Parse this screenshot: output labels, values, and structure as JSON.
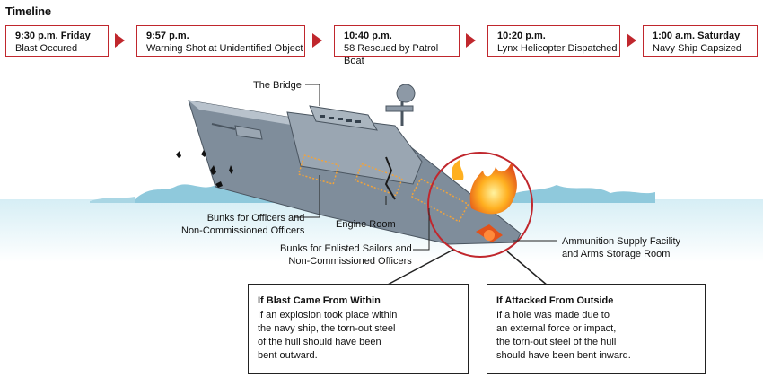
{
  "timeline": {
    "title": "Timeline",
    "events": [
      {
        "time": "9:30 p.m. Friday",
        "event": "Blast Occured"
      },
      {
        "time": "9:57 p.m.",
        "event": "Warning Shot at Unidentified Object"
      },
      {
        "time": "10:40 p.m.",
        "event": "58 Rescued by Patrol Boat"
      },
      {
        "time": "10:20 p.m.",
        "event": "Lynx Helicopter Dispatched"
      },
      {
        "time": "1:00 a.m. Saturday",
        "event": "Navy Ship Capsized"
      }
    ]
  },
  "labels": {
    "bridge": "The Bridge",
    "bunks_officers_1": "Bunks for Officers and",
    "bunks_officers_2": "Non-Commissioned Officers",
    "engine_room": "Engine Room",
    "bunks_enlisted_1": "Bunks for Enlisted Sailors and",
    "bunks_enlisted_2": "Non-Commissioned Officers",
    "ammo_1": "Ammunition Supply Facility",
    "ammo_2": "and Arms Storage Room"
  },
  "boxes": {
    "within": {
      "title": "If Blast Came From Within",
      "lines": [
        "If an explosion took place within",
        "the navy ship, the torn-out steel",
        "of the hull should have been",
        "bent outward."
      ]
    },
    "outside": {
      "title": "If Attacked From Outside",
      "lines": [
        "If a hole was made due to",
        "an external force or impact,",
        "the torn-out steel of the hull",
        "should have been bent inward."
      ]
    }
  },
  "colors": {
    "accent": "#c0272d",
    "water": "#bfe3ee",
    "ship": "#8d99a6"
  }
}
